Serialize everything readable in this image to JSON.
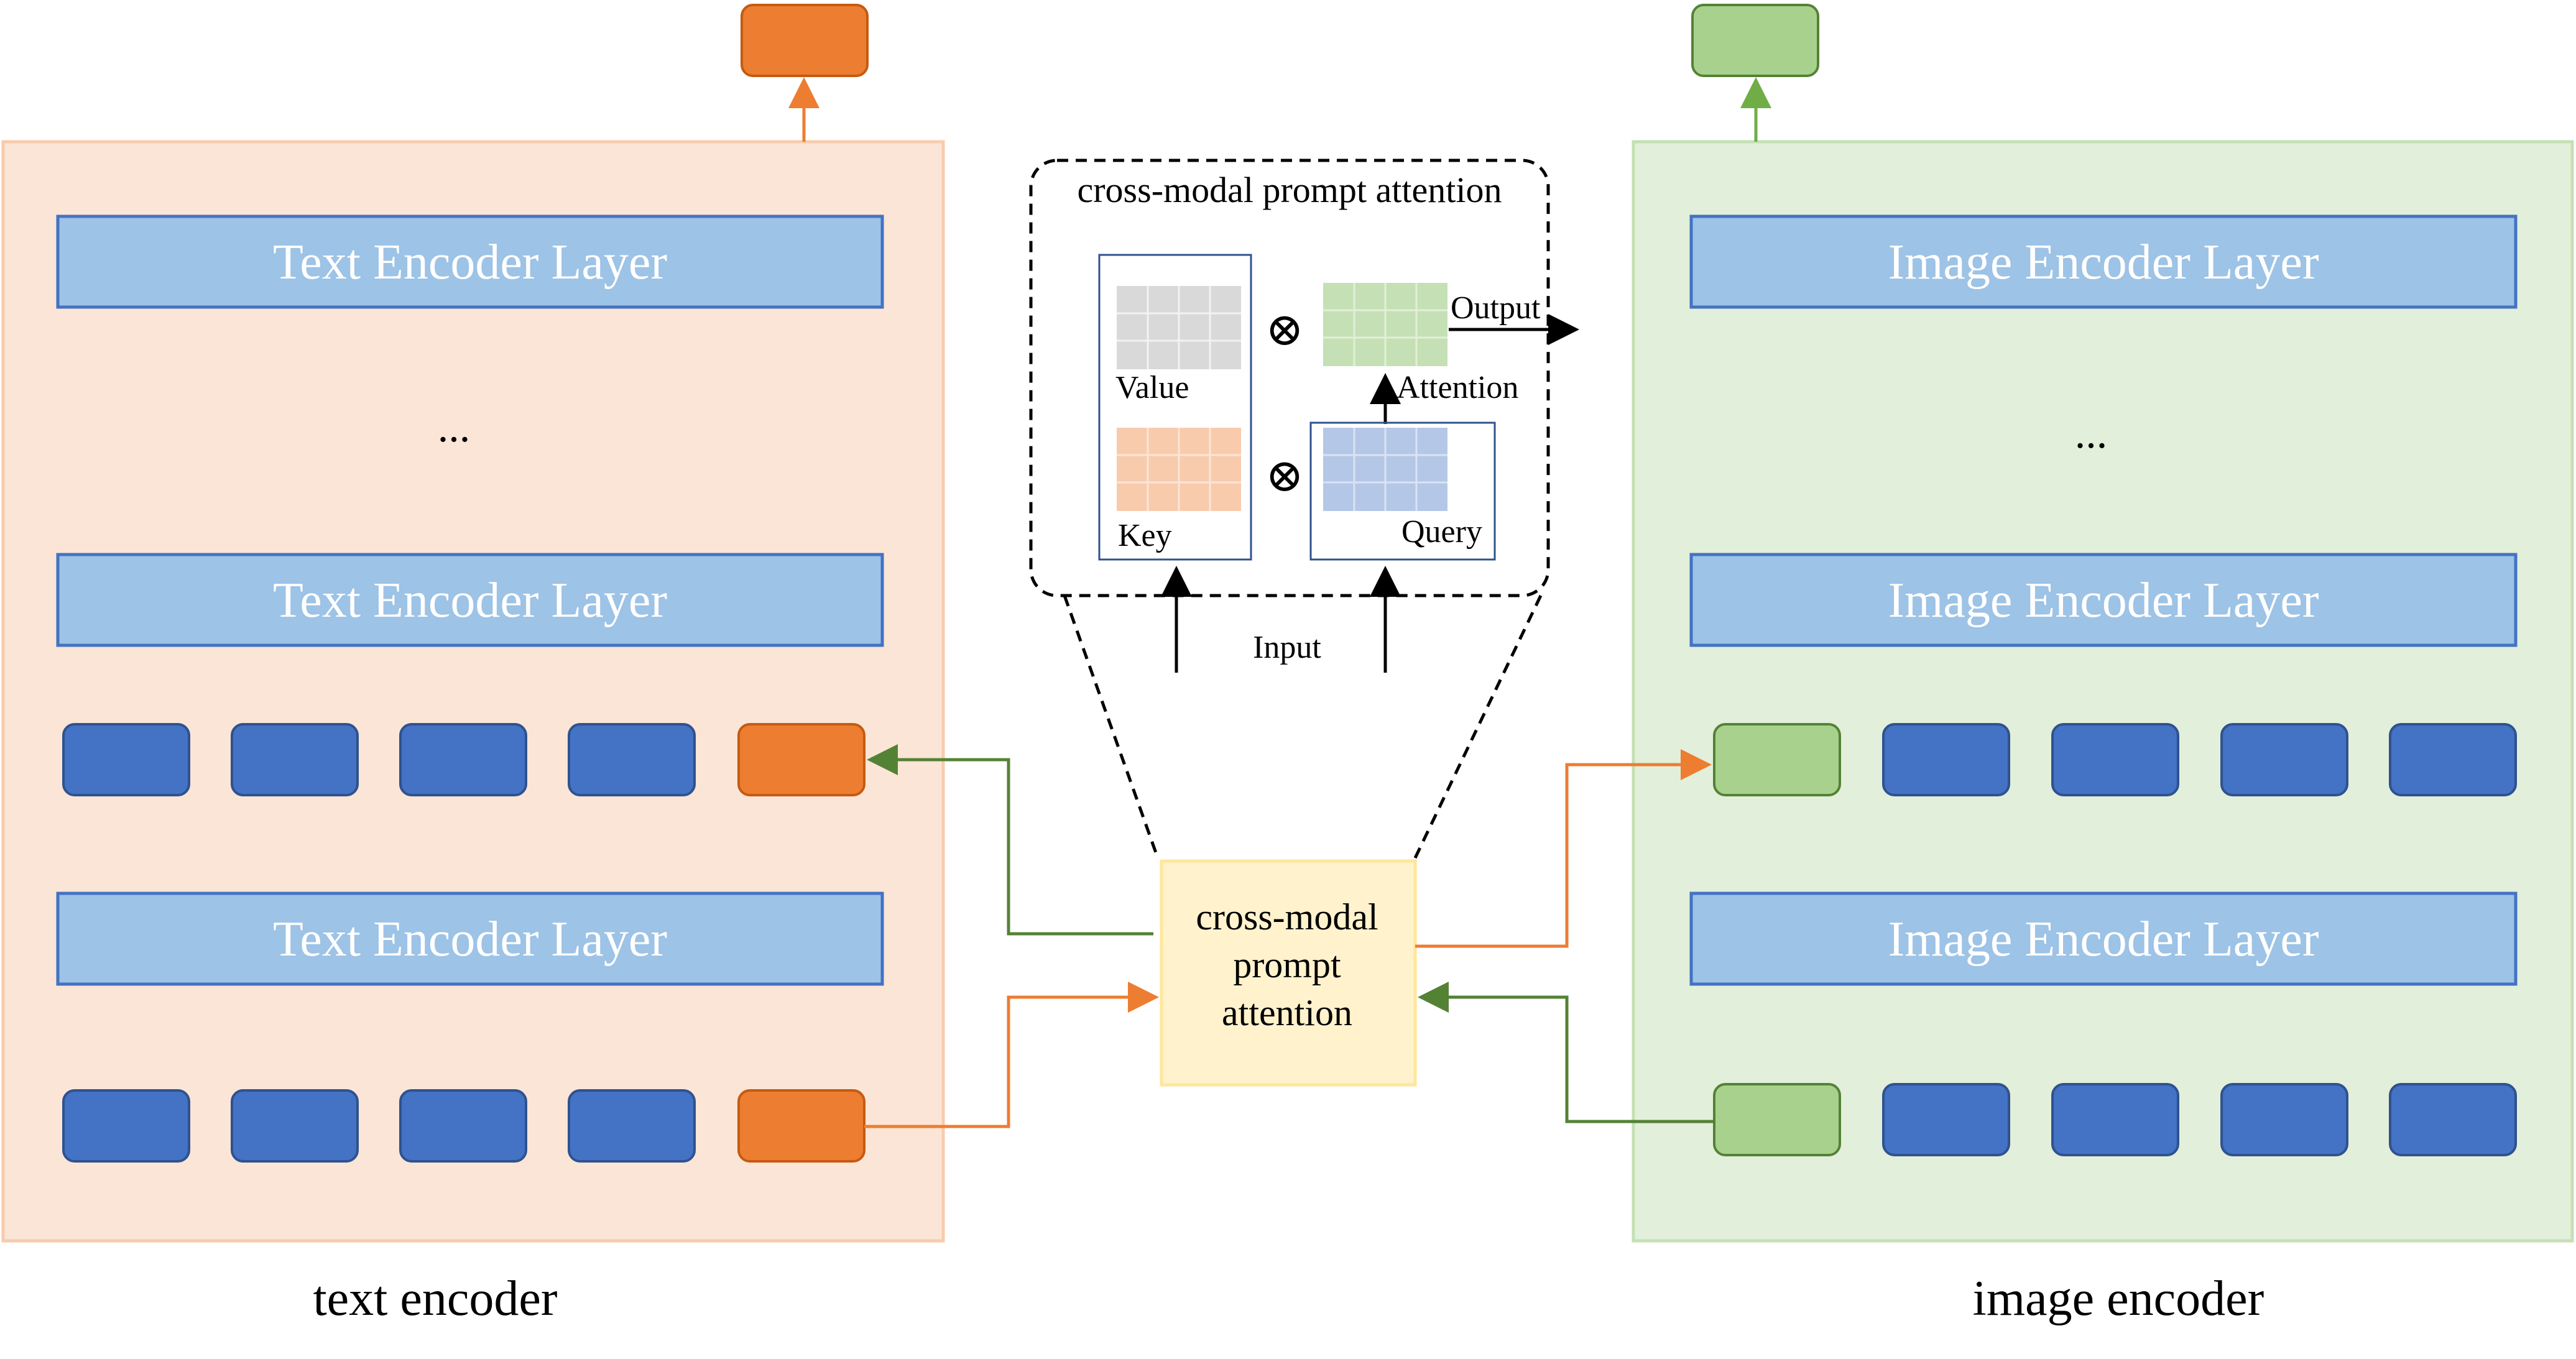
{
  "text_encoder": {
    "caption": "text encoder",
    "layers": [
      "Text Encoder Layer",
      "Text Encoder Layer",
      "Text Encoder Layer"
    ],
    "ellipsis": "..."
  },
  "image_encoder": {
    "caption": "image encoder",
    "layers": [
      "Image Encoder Layer",
      "Image Encoder Layer",
      "Image Encoder Layer"
    ],
    "ellipsis": "..."
  },
  "attention_detail": {
    "title": "cross-modal prompt attention",
    "value_label": "Value",
    "key_label": "Key",
    "attention_label": "Attention",
    "query_label": "Query",
    "output_label": "Output",
    "input_label": "Input",
    "operator": "⊗"
  },
  "attention_block": {
    "lines": [
      "cross-modal",
      "prompt",
      "attention"
    ]
  },
  "colors": {
    "text_panel_fill": "#fbe5d6",
    "text_panel_stroke": "#f8cbad",
    "image_panel_fill": "#e2efda",
    "image_panel_stroke": "#c5e0b4",
    "layer_fill": "#9dc3e6",
    "layer_stroke": "#4472c4",
    "token_blue": "#4472c4",
    "token_orange": "#ed7d31",
    "token_green": "#a9d18e",
    "arrow_orange": "#ed7d31",
    "arrow_green": "#548235",
    "attention_block_fill": "#fff2cc",
    "attention_block_stroke": "#ffe699",
    "value_grid": "#d9d9d9",
    "key_grid": "#f8cbad",
    "attention_grid": "#c5e0b4",
    "query_grid": "#b4c7e7"
  }
}
